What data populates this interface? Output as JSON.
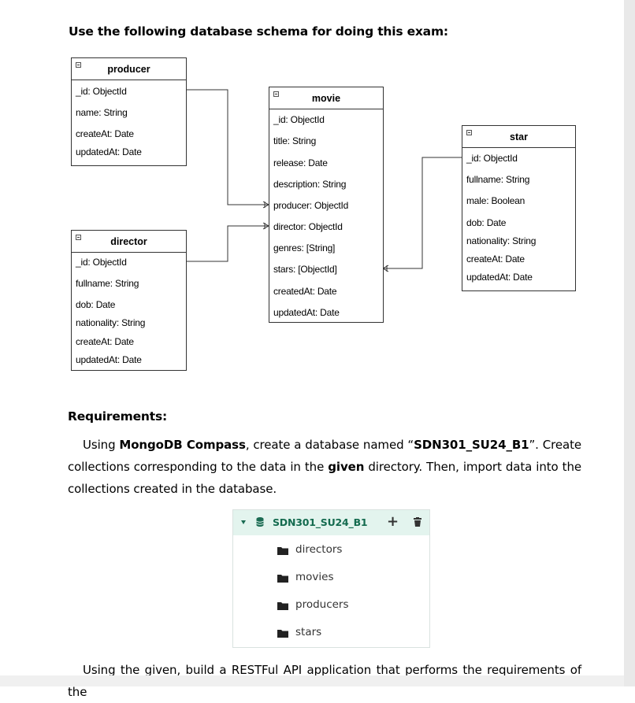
{
  "heading": "Use the following database schema for doing this exam:",
  "entities": {
    "producer": {
      "title": "producer",
      "fields": [
        "_id: ObjectId",
        "name: String",
        "createAt: Date",
        "updatedAt: Date"
      ]
    },
    "movie": {
      "title": "movie",
      "fields": [
        "_id: ObjectId",
        "title: String",
        "release: Date",
        "description: String",
        "producer: ObjectId",
        "director: ObjectId",
        "genres: [String]",
        "stars: [ObjectId]",
        "createdAt: Date",
        "updatedAt: Date"
      ]
    },
    "director": {
      "title": "director",
      "fields": [
        "_id: ObjectId",
        "fullname: String",
        "dob: Date",
        "nationality: String",
        "createAt: Date",
        "updatedAt: Date"
      ]
    },
    "star": {
      "title": "star",
      "fields": [
        "_id: ObjectId",
        "fullname: String",
        "male: Boolean",
        "dob: Date",
        "nationality: String",
        "createAt: Date",
        "updatedAt: Date"
      ]
    }
  },
  "requirements": {
    "title": "Requirements:",
    "p1": {
      "t1": "Using ",
      "b1": "MongoDB Compass",
      "t2": ", create a database named “",
      "b2": "SDN301_SU24_B1",
      "t3": "”. Create collections corresponding to the data in the ",
      "b3": "given",
      "t4": " directory. Then, import data into the collections created in the database."
    },
    "p2": "Using the given, build a RESTFul API application that performs the requirements of the"
  },
  "compass": {
    "db_name": "SDN301_SU24_B1",
    "add_label": "+",
    "collections": [
      "directors",
      "movies",
      "producers",
      "stars"
    ]
  },
  "colors": {
    "db_row_bg": "#e3f4ee",
    "db_name": "#146b4f",
    "border": "#333333"
  },
  "icons": {
    "collapse": "minus-square-icon",
    "database": "database-icon",
    "add": "plus-icon",
    "delete": "trash-icon",
    "collection": "folder-icon",
    "expand": "caret-down-icon"
  }
}
